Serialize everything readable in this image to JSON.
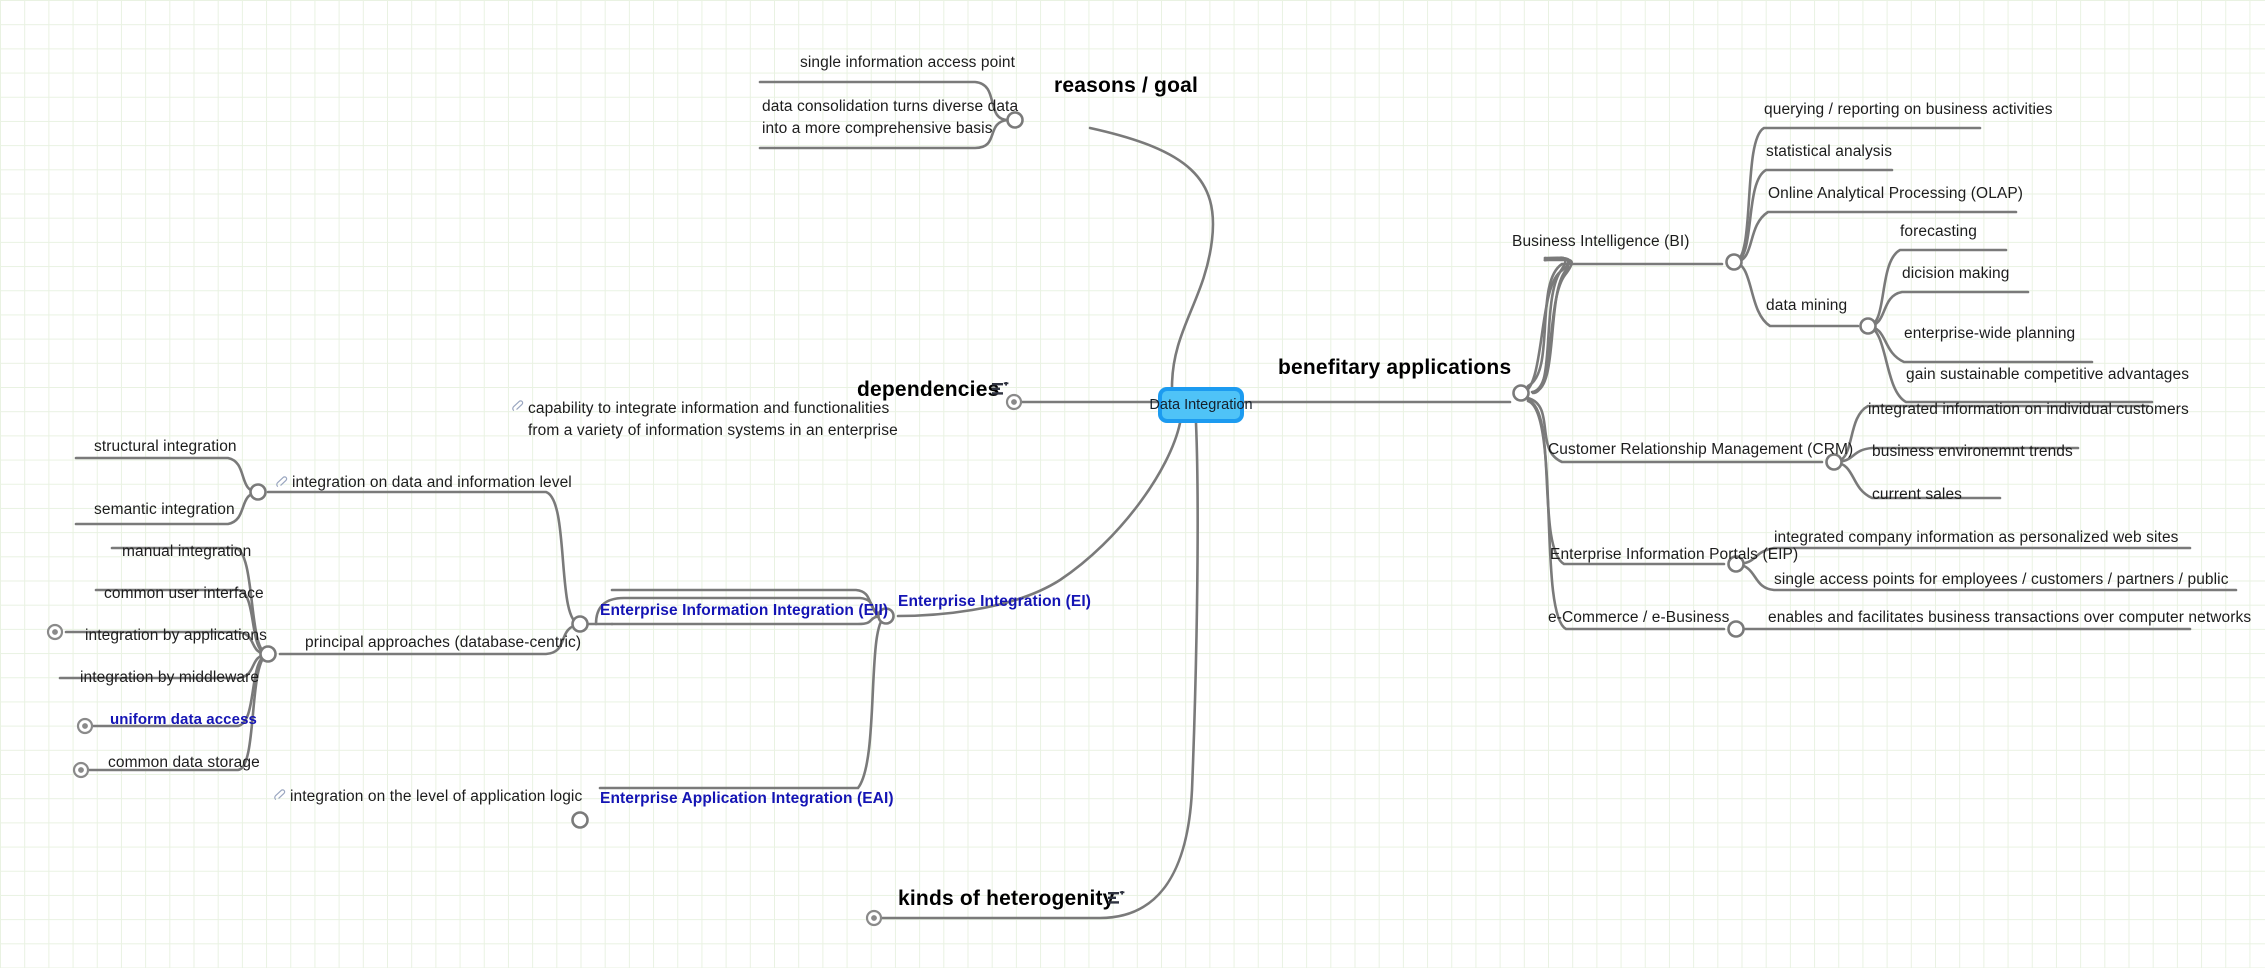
{
  "meta": {
    "root_label": "Data Integration",
    "accent_node": "#1c9bf0",
    "accent_node_fill": "#4fc3f7",
    "branch_color": "#7a7a7a",
    "blue_text": "#1414b4",
    "grid_color": "#e9f2e2"
  },
  "branches": {
    "reasons_goal": {
      "title": "reasons / goal",
      "children": [
        "single information access point",
        "data consolidation turns diverse data\ninto a more comprehensive basis"
      ]
    },
    "dependencies": {
      "title": "dependencies",
      "add_icon": "list-add-icon",
      "note": "capability to integrate information and functionalities\nfrom a variety of information systems in an enterprise"
    },
    "benefitary_applications": {
      "title": "benefitary applications",
      "children": [
        {
          "label": "Business Intelligence (BI)",
          "children": [
            {
              "label": "querying / reporting on business activities"
            },
            {
              "label": "statistical analysis"
            },
            {
              "label": "Online Analytical Processing (OLAP)"
            },
            {
              "label": "data mining",
              "children": [
                "forecasting",
                "dicision making",
                "enterprise-wide planning",
                "gain sustainable competitive advantages"
              ]
            }
          ]
        },
        {
          "label": "Customer Relationship Management (CRM)",
          "children": [
            {
              "label": "integrated information on individual customers"
            },
            {
              "label": "business environemnt trends"
            },
            {
              "label": "current sales"
            }
          ]
        },
        {
          "label": "Enterprise Information Portals (EIP)",
          "children": [
            {
              "label": "integrated company information as personalized web sites"
            },
            {
              "label": "single access points for employees / customers / partners / public"
            }
          ]
        },
        {
          "label": "e-Commerce / e-Business",
          "children": [
            {
              "label": "enables and facilitates business transactions over computer networks"
            }
          ]
        }
      ]
    },
    "enterprise_integration": {
      "title": "Enterprise Integration (EI)",
      "children": [
        {
          "label": "Enterprise Information Integration (EII)",
          "note": "integration on data and information level",
          "children": [
            {
              "label": "integration on data and information level",
              "children": [
                "structural integration",
                "semantic integration"
              ]
            },
            {
              "label": "principal approaches (database-centric)",
              "children": [
                "manual integration",
                "common user interface",
                "integration by applications",
                "integration by middleware",
                "uniform data access",
                "common data storage"
              ]
            }
          ]
        },
        {
          "label": "Enterprise Application Integration (EAI)",
          "note": "integration on the level of application logic"
        }
      ]
    },
    "kinds_of_heterogenity": {
      "title": "kinds of heterogenity",
      "add_icon": "list-add-icon"
    }
  },
  "labels": {
    "structural_integration": "structural integration",
    "semantic_integration": "semantic integration",
    "note_data_info_level": "integration on data and information level",
    "manual_integration": "manual integration",
    "common_user_interface": "common user interface",
    "integration_by_applications": "integration by applications",
    "integration_by_middleware": "integration by middleware",
    "uniform_data_access": "uniform data access",
    "common_data_storage": "common data storage",
    "principal_approaches": "principal approaches (database-centric)",
    "eii": "Enterprise Information Integration (EII)",
    "eai": "Enterprise Application Integration (EAI)",
    "note_app_logic": "integration on the level of application logic",
    "ei": "Enterprise Integration (EI)",
    "reasons_goal": "reasons / goal",
    "single_info_access": "single information access point",
    "data_consolidation": "data consolidation turns diverse data\ninto a more comprehensive basis",
    "dependencies": "dependencies",
    "dependencies_note": "capability to integrate information and functionalities\nfrom a variety of information systems in an enterprise",
    "benefitary": "benefitary applications",
    "bi": "Business Intelligence (BI)",
    "querying": "querying / reporting on business activities",
    "statistical": "statistical analysis",
    "olap": "Online Analytical Processing (OLAP)",
    "data_mining": "data mining",
    "forecasting": "forecasting",
    "dicision_making": "dicision making",
    "enterprise_wide_planning": "enterprise-wide planning",
    "gain_advantages": "gain sustainable competitive advantages",
    "crm": "Customer Relationship Management (CRM)",
    "integrated_info_customers": "integrated information on individual customers",
    "business_env_trends": "business environemnt trends",
    "current_sales": "current sales",
    "eip": "Enterprise Information Portals (EIP)",
    "personalized_web": "integrated company information as personalized web sites",
    "single_access_points": "single access points for employees / customers / partners / public",
    "ecommerce": "e-Commerce / e-Business",
    "enables_transactions": "enables and facilitates business transactions over computer networks",
    "kinds_heterogenity": "kinds of heterogenity",
    "root": "Data Integration"
  }
}
